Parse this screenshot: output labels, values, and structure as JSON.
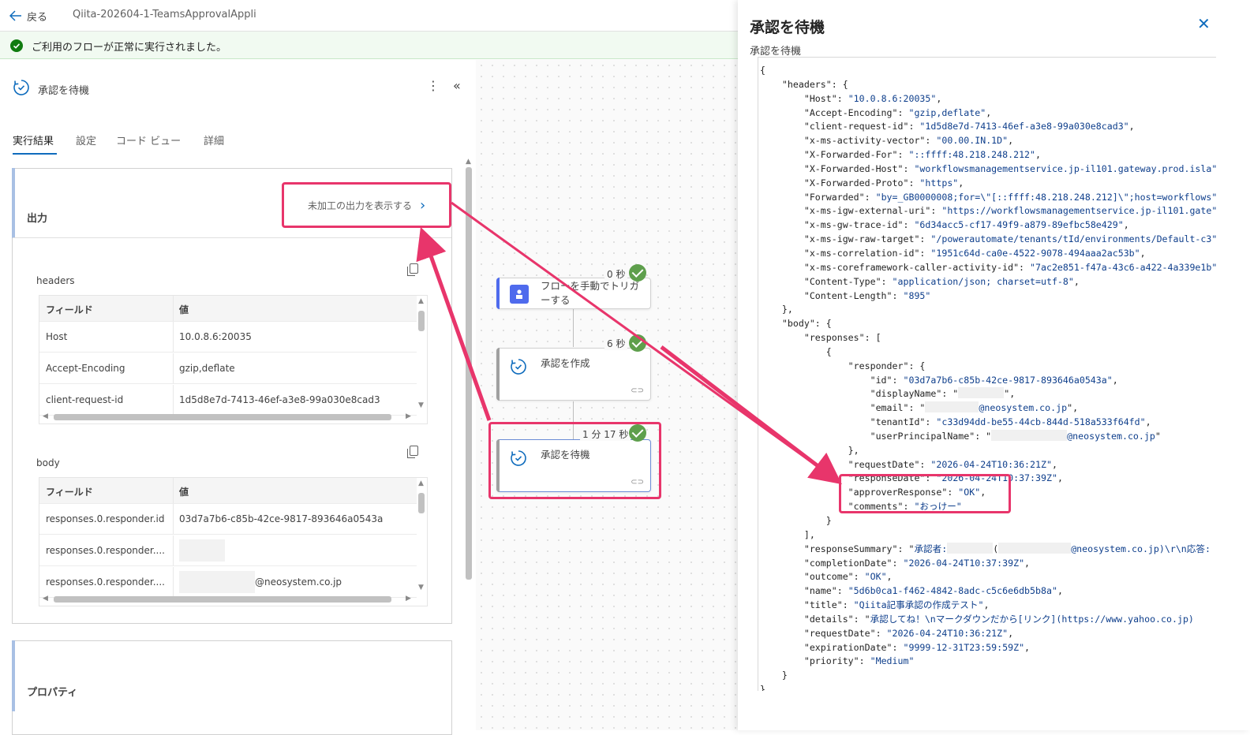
{
  "topbar": {
    "back_label": "戻る",
    "flow_name": "Qiita-202604-1-TeamsApprovalAppli"
  },
  "banner": {
    "message": "ご利用のフローが正常に実行されました。"
  },
  "left_panel": {
    "title": "承認を待機",
    "tabs": [
      "実行結果",
      "設定",
      "コード ビュー",
      "詳細"
    ],
    "active_tab": "実行結果",
    "output": {
      "title": "出力",
      "raw_link": "未加工の出力を表示する",
      "headers": {
        "label": "headers",
        "columns": [
          "フィールド",
          "値"
        ],
        "rows": [
          {
            "field": "Host",
            "value": "10.0.8.6:20035"
          },
          {
            "field": "Accept-Encoding",
            "value": "gzip,deflate"
          },
          {
            "field": "client-request-id",
            "value": "1d5d8e7d-7413-46ef-a3e8-99a030e8cad3"
          }
        ]
      },
      "body": {
        "label": "body",
        "columns": [
          "フィールド",
          "値"
        ],
        "rows": [
          {
            "field": "responses.0.responder.id",
            "value": "03d7a7b6-c85b-42ce-9817-893646a0543a"
          },
          {
            "field": "responses.0.responder....",
            "value": ""
          },
          {
            "field": "responses.0.responder....",
            "value": "@neosystem.co.jp"
          }
        ]
      }
    },
    "properties": {
      "title": "プロパティ"
    }
  },
  "canvas": {
    "nodes": [
      {
        "label": "フローを手動でトリガーする",
        "duration": "0 秒",
        "accent": "#4f6bed"
      },
      {
        "label": "承認を作成",
        "duration": "6 秒",
        "accent": "#a0a0a0"
      },
      {
        "label": "承認を待機",
        "duration": "1 分 17 秒",
        "accent": "#a0a0a0"
      }
    ]
  },
  "right_panel": {
    "title": "承認を待機",
    "subtitle": "承認を待機",
    "json": {
      "headers": {
        "Host": "10.0.8.6:20035",
        "Accept-Encoding": "gzip,deflate",
        "client-request-id": "1d5d8e7d-7413-46ef-a3e8-99a030e8cad3",
        "x-ms-activity-vector": "00.00.IN.1D",
        "X-Forwarded-For": "::ffff:48.218.248.212",
        "X-Forwarded-Host": "workflowsmanagementservice.jp-il101.gateway.prod.isla",
        "X-Forwarded-Proto": "https",
        "Forwarded": "by=_GB0000008;for=\\\"[::ffff:48.218.248.212]\\\";host=workflows",
        "x-ms-igw-external-uri": "https://workflowsmanagementservice.jp-il101.gate",
        "x-ms-gw-trace-id": "6d34acc5-cf17-49f9-a879-89efbc58e429",
        "x-ms-igw-raw-target": "/powerautomate/tenants/tId/environments/Default-c3",
        "x-ms-correlation-id": "1951c64d-ca0e-4522-9078-494aaa2ac53b",
        "x-ms-coreframework-caller-activity-id": "7ac2e851-f47a-43c6-a422-4a339e1b",
        "Content-Type": "application/json; charset=utf-8",
        "Content-Length": "895"
      },
      "responder": {
        "id": "03d7a7b6-c85b-42ce-9817-893646a0543a",
        "email_suffix": "@neosystem.co.jp",
        "tenantId": "c33d94dd-be55-44cb-844d-518a533f64fd",
        "upn_suffix": "@neosystem.co.jp"
      },
      "requestDate_inner": "2026-04-24T10:36:21Z",
      "responseDate_inner": "2026-04-24T10:37:39Z",
      "approverResponse": "OK",
      "comments": "おっけー",
      "responseSummary_prefix": "承認者:",
      "responseSummary_suffix": "@neosystem.co.jp)\\r\\n応答:",
      "completionDate": "2026-04-24T10:37:39Z",
      "outcome": "OK",
      "name": "5d6b0ca1-f462-4842-8adc-c5c6e6db5b8a",
      "title": "Qiita記事承認の作成テスト",
      "details": "承認してね！\\nマークダウンだから[リンク](https://www.yahoo.co.jp)",
      "requestDate": "2026-04-24T10:36:21Z",
      "expirationDate": "9999-12-31T23:59:59Z",
      "priority": "Medium"
    }
  },
  "colors": {
    "accent": "#0f6cbd",
    "success": "#107c10",
    "annotation": "#e8356b",
    "check": "#5e9f4c"
  }
}
